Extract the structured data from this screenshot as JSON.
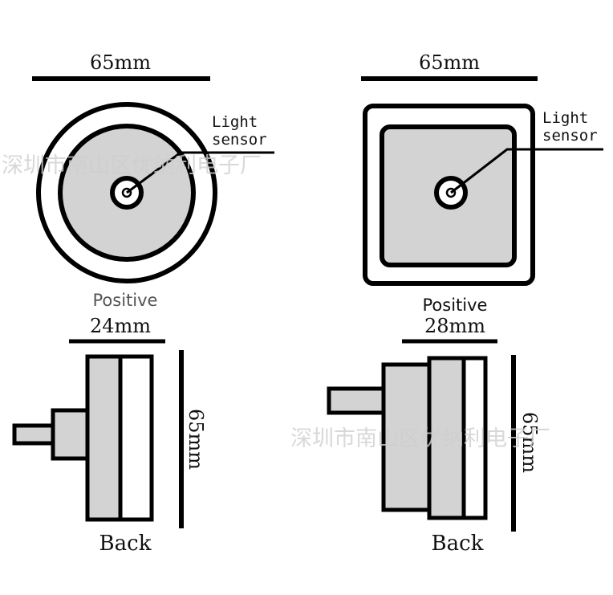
{
  "top_left": {
    "dimension_label": "65mm",
    "sensor_label_line1": "Light",
    "sensor_label_line2": "sensor",
    "view_label": "Positive"
  },
  "top_right": {
    "dimension_label": "65mm",
    "sensor_label_line1": "Light",
    "sensor_label_line2": "sensor",
    "view_label": "Positive"
  },
  "bottom_left": {
    "width_label": "24mm",
    "height_label": "65mm",
    "view_label": "Back"
  },
  "bottom_right": {
    "width_label": "28mm",
    "height_label": "65mm",
    "view_label": "Back"
  },
  "watermark": "深圳市南山区优纳利电子厂",
  "colors": {
    "fill_gray": "#d3d3d3",
    "stroke": "#000000",
    "watermark": "#cfcfcf",
    "positive_label_left": "#555555"
  }
}
